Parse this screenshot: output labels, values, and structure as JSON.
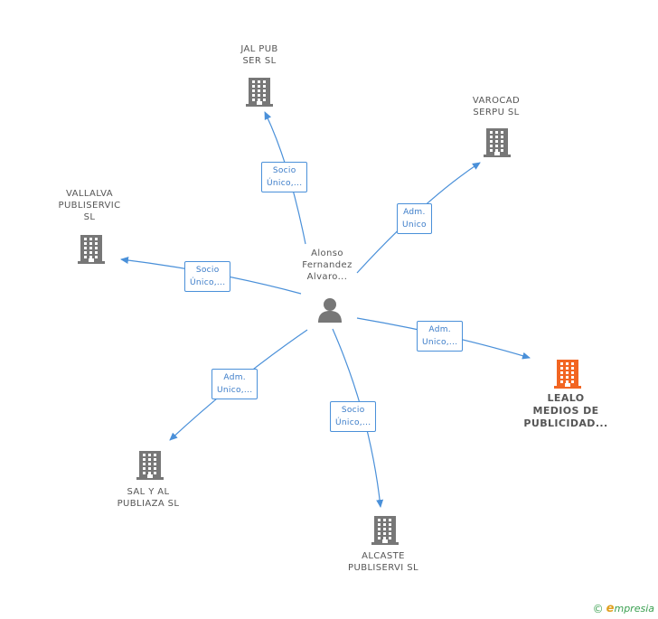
{
  "colors": {
    "edge": "#4a90d9",
    "building": "#777777",
    "building_highlight": "#f26522",
    "person": "#777777",
    "label": "#555555",
    "brand_green": "#3aa050"
  },
  "person": {
    "name_lines": [
      "Alonso",
      "Fernandez",
      "Alvaro..."
    ],
    "icon": "person-icon"
  },
  "companies": [
    {
      "id": "jal-pub",
      "lines": [
        "JAL PUB",
        "SER  SL"
      ],
      "highlight": false,
      "icon": "building-icon"
    },
    {
      "id": "varocad",
      "lines": [
        "VAROCAD",
        "SERPU  SL"
      ],
      "highlight": false,
      "icon": "building-icon"
    },
    {
      "id": "vallalva",
      "lines": [
        "VALLALVA",
        "PUBLISERVIC",
        "SL"
      ],
      "highlight": false,
      "icon": "building-icon"
    },
    {
      "id": "lealo",
      "lines": [
        "LEALO",
        "MEDIOS DE",
        "PUBLICIDAD..."
      ],
      "highlight": true,
      "icon": "building-icon"
    },
    {
      "id": "sal-y-al",
      "lines": [
        "SAL Y AL",
        "PUBLIAZA  SL"
      ],
      "highlight": false,
      "icon": "building-icon"
    },
    {
      "id": "alcaste",
      "lines": [
        "ALCASTE",
        "PUBLISERVI  SL"
      ],
      "highlight": false,
      "icon": "building-icon"
    }
  ],
  "relations": [
    {
      "target": "jal-pub",
      "lines": [
        "Socio",
        "Único,..."
      ]
    },
    {
      "target": "varocad",
      "lines": [
        "Adm.",
        "Unico"
      ]
    },
    {
      "target": "vallalva",
      "lines": [
        "Socio",
        "Único,..."
      ]
    },
    {
      "target": "lealo",
      "lines": [
        "Adm.",
        "Unico,..."
      ]
    },
    {
      "target": "sal-y-al",
      "lines": [
        "Adm.",
        "Unico,..."
      ]
    },
    {
      "target": "alcaste",
      "lines": [
        "Socio",
        "Único,..."
      ]
    }
  ],
  "watermark": {
    "copyright": "©",
    "brand_initial": "e",
    "brand_rest": "mpresia"
  }
}
